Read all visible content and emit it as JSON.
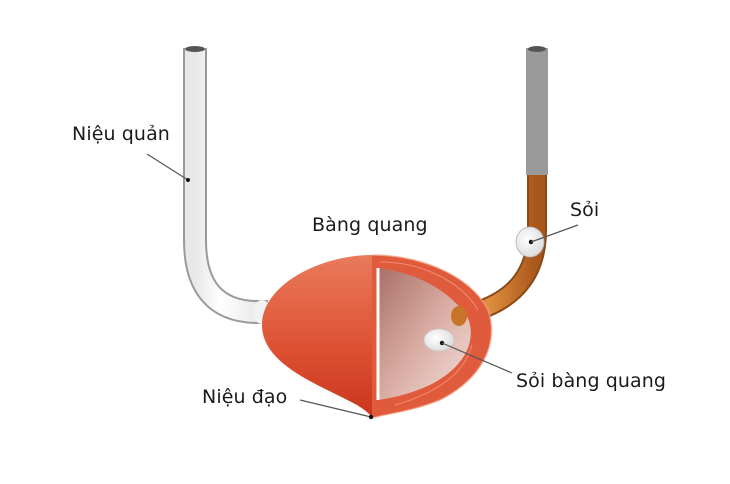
{
  "diagram": {
    "type": "anatomical-illustration",
    "subject": "Bladder with ureters and stones",
    "labels": {
      "ureter": "Niệu quản",
      "bladder": "Bàng quang",
      "stone": "Sỏi",
      "bladder_stone": "Sỏi bàng quang",
      "urethra": "Niệu đạo"
    },
    "colors": {
      "background": "#ffffff",
      "bladder_outer": "#e0583a",
      "bladder_dark": "#c93a22",
      "bladder_inner": "#c89890",
      "ureter_white": "#f4f4f4",
      "ureter_brown": "#c8742a",
      "stone": "#f7f7f7",
      "leader_line": "#555555",
      "text": "#1b1b1b"
    }
  }
}
